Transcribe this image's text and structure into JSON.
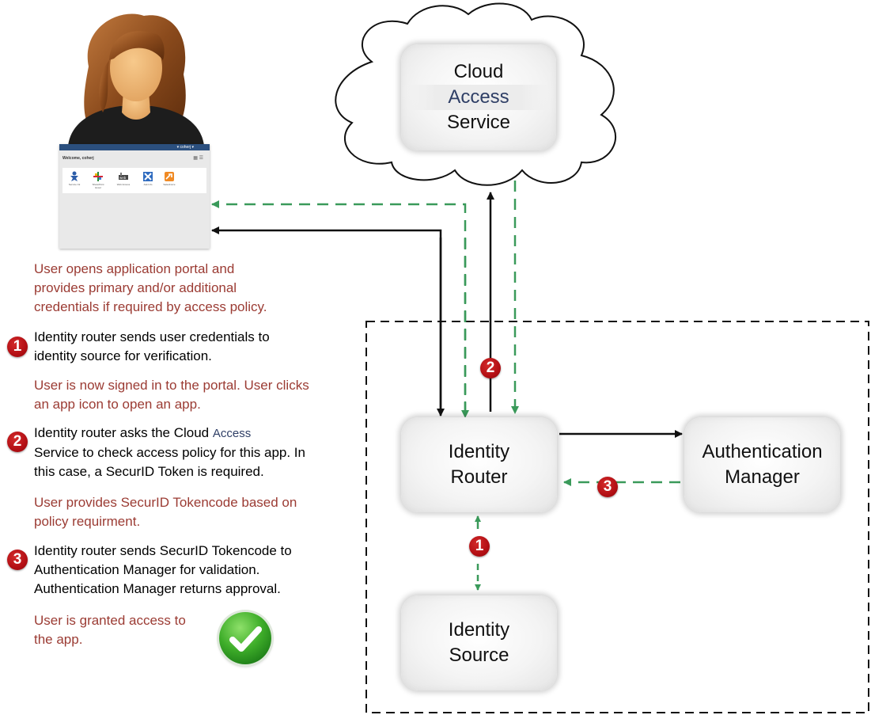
{
  "nodes": {
    "cloud_access_service": {
      "line1": "Cloud",
      "line2": "Access",
      "line3": "Service"
    },
    "identity_router": {
      "line1": "Identity",
      "line2": "Router"
    },
    "authentication_manager": {
      "line1": "Authentication",
      "line2": "Manager"
    },
    "identity_source": {
      "line1": "Identity",
      "line2": "Source"
    }
  },
  "badges": {
    "one": "1",
    "two": "2",
    "three": "3"
  },
  "steps": {
    "user_opens": [
      "User opens application portal and",
      "provides primary and/or additional",
      "credentials if required by access policy."
    ],
    "step1": [
      "Identity router sends user credentials to",
      "identity source for verification."
    ],
    "user_signed_in": [
      "User is now signed in to the portal. User clicks",
      "an app icon to open an app."
    ],
    "step2": {
      "line1": "Identity router asks the Cloud ",
      "line1_access": "Access",
      "line2": "Service to check access policy for this app. In",
      "line3": "this case, a SecurID Token is required."
    },
    "user_provides": [
      "User provides SecurID Tokencode based on",
      "policy requirment."
    ],
    "step3": [
      "Identity router sends SecurID Tokencode to",
      "Authentication Manager for validation.",
      "Authentication Manager returns approval."
    ],
    "user_granted": [
      "User is granted access to",
      "the app."
    ]
  },
  "portal": {
    "welcome": "Welcome, coherj",
    "header_menu": "▾ coherj ▾",
    "view_icons": "▦ ☰",
    "apps": [
      "Service Ck",
      "SharePoint Excel",
      "Web Access",
      "Ask Info",
      "SalesForce"
    ]
  },
  "colors": {
    "user_text": "#9b3b33",
    "step_text": "#000000",
    "access_blue": "#2f3f66",
    "green_arrow": "#3a9a5a",
    "badge_red": "#b30f14",
    "check_green": "#3fae2a"
  }
}
